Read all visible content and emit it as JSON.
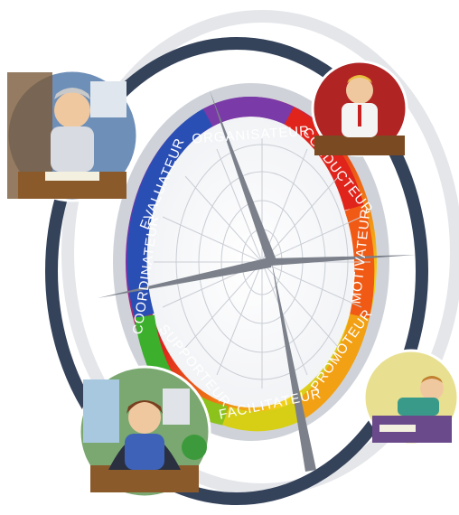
{
  "wheel": {
    "roles": [
      "ORGANISATEUR",
      "CONDUCTEUR",
      "MOTIVATEUR",
      "PROMOTEUR",
      "FACILITATEUR",
      "SUPPORTEUR",
      "COORDINATEUR",
      "EVALUATEUR"
    ]
  },
  "colors": {
    "outer_ring": "#34425a",
    "blue": "#2a4fb4",
    "purple": "#7a3aa8",
    "red": "#e0241c",
    "orange": "#f07a14",
    "yellow": "#f2d21a",
    "green": "#3caf2c"
  },
  "portraits": [
    {
      "name": "thinking-man"
    },
    {
      "name": "businessman-at-desk"
    },
    {
      "name": "woman-at-desk"
    },
    {
      "name": "relaxed-man-in-chair"
    }
  ]
}
